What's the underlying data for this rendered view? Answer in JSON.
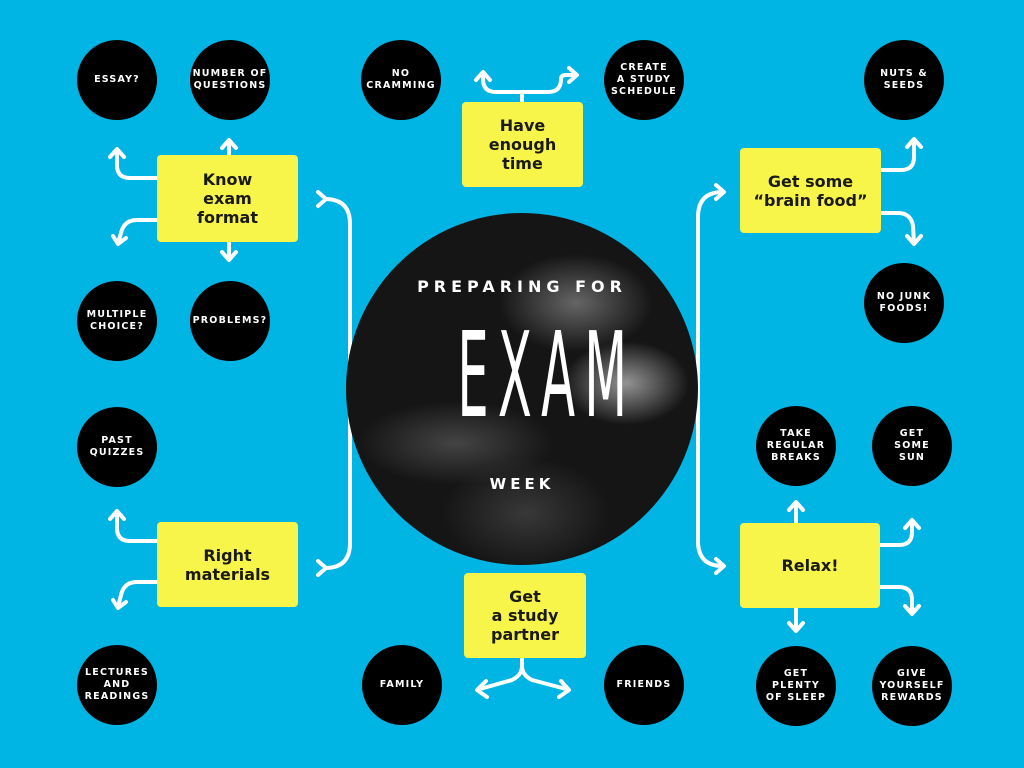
{
  "center": {
    "subtitle": "PREPARING FOR",
    "title": "EXAM",
    "footer": "WEEK"
  },
  "branches": {
    "know_exam_format": "Know\nexam\nformat",
    "have_enough_time": "Have\nenough\ntime",
    "brain_food": "Get some\n“brain food”",
    "right_materials": "Right\nmaterials",
    "study_partner": "Get\na study\npartner",
    "relax": "Relax!"
  },
  "leaves": {
    "essay": "ESSAY?",
    "number_of_questions": "NUMBER OF\nQUESTIONS",
    "multiple_choice": "MULTIPLE\nCHOICE?",
    "problems": "PROBLEMS?",
    "no_cramming": "NO\nCRAMMING",
    "create_schedule": "CREATE\nA STUDY\nSCHEDULE",
    "nuts_seeds": "NUTS &\nSEEDS",
    "no_junk_foods": "NO JUNK\nFOODS!",
    "past_quizzes": "PAST\nQUIZZES",
    "lectures_readings": "LECTURES\nAND\nREADINGS",
    "family": "FAMILY",
    "friends": "FRIENDS",
    "take_breaks": "TAKE\nREGULAR\nBREAKS",
    "get_sun": "GET\nSOME\nSUN",
    "plenty_sleep": "GET\nPLENTY\nOF SLEEP",
    "give_rewards": "GIVE\nYOURSELF\nREWARDS"
  },
  "colors": {
    "background": "#00b4e3",
    "box": "#f7f44a",
    "circle": "#000000",
    "connector": "#ffffff"
  }
}
